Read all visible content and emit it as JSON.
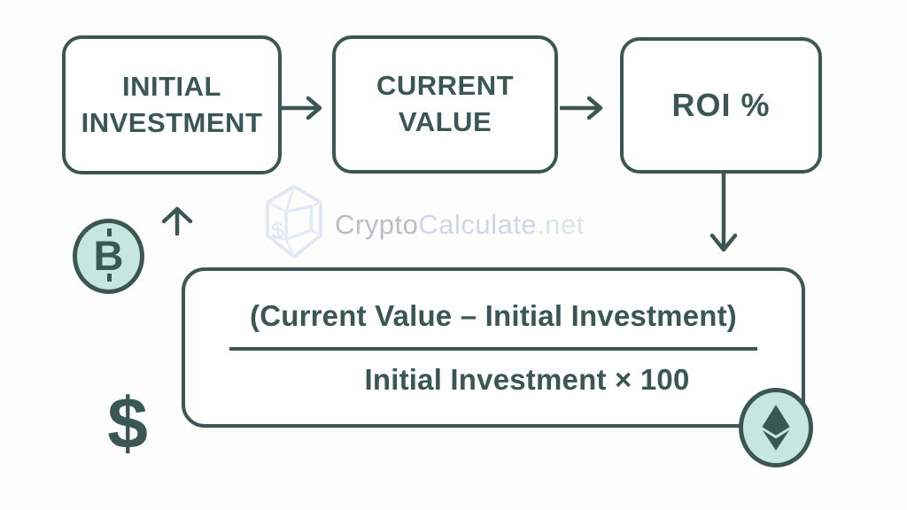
{
  "diagram": {
    "title_hidden": "",
    "flow": {
      "boxes": [
        {
          "label": "INITIAL INVESTMENT"
        },
        {
          "label": "CURRENT VALUE"
        },
        {
          "label": "ROI %"
        }
      ]
    },
    "formula": {
      "numerator": "(Current Value – Initial Investment)",
      "denominator": "Initial Investment × 100"
    },
    "watermark": {
      "part1": "Crypto",
      "part2": "Calculate",
      "part3": ".net",
      "icon": "cube-dollar-icon"
    },
    "decorations": {
      "bitcoin_letter": "B",
      "dollar_sign": "$"
    },
    "icons": [
      "arrow-right-icon",
      "arrow-right-icon",
      "arrow-down-icon",
      "arrow-up-icon",
      "bitcoin-coin-icon",
      "ethereum-coin-icon"
    ],
    "colors": {
      "ink": "#3b5753",
      "mint": "#c7e6df",
      "background": "#fdfdfc",
      "watermark_gray": "#b5bbc5",
      "watermark_blue": "#ccd6ea",
      "watermark_teal": "#d6e6e3"
    }
  }
}
